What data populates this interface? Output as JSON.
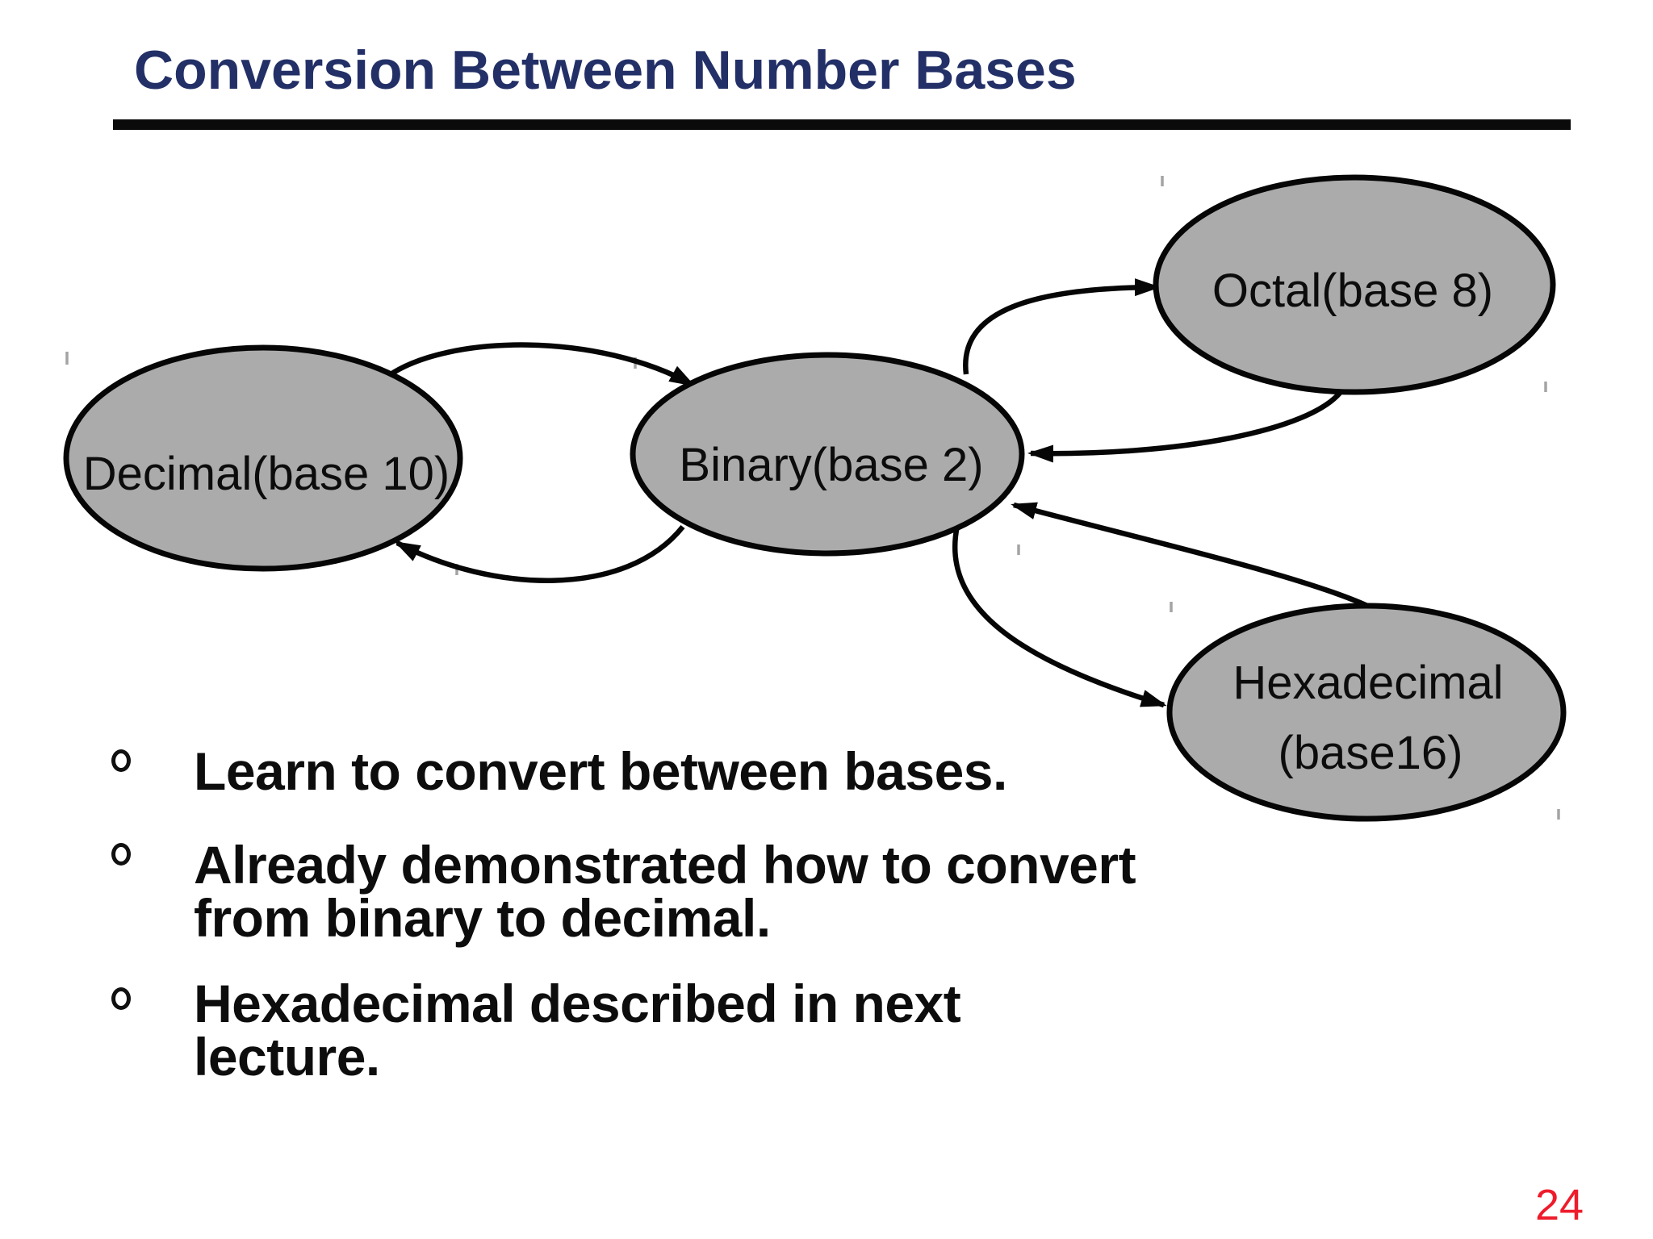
{
  "slide": {
    "title": "Conversion Between Number Bases",
    "page_number": "24"
  },
  "colors": {
    "title_navy": "#233067",
    "page_number_red": "#ee1c2b",
    "node_fill_gray": "#ababab",
    "diagram_stroke_black": "#060606"
  },
  "diagram": {
    "nodes": {
      "decimal": {
        "label": "Decimal(base 10)"
      },
      "binary": {
        "label": "Binary(base 2)"
      },
      "octal": {
        "label": "Octal(base 8)"
      },
      "hexadecimal": {
        "line1": "Hexadecimal",
        "line2": "(base16)"
      }
    },
    "arrows": [
      {
        "from": "decimal",
        "to": "binary"
      },
      {
        "from": "binary",
        "to": "decimal"
      },
      {
        "from": "binary",
        "to": "octal"
      },
      {
        "from": "octal",
        "to": "binary"
      },
      {
        "from": "binary",
        "to": "hexadecimal"
      },
      {
        "from": "hexadecimal",
        "to": "binary"
      }
    ]
  },
  "bullets": {
    "marker_icon": "degree-circle-marker",
    "items": [
      {
        "lines": [
          "Learn to convert between bases."
        ]
      },
      {
        "lines": [
          "Already demonstrated how to convert",
          "from binary to decimal."
        ]
      },
      {
        "lines": [
          "Hexadecimal described in next",
          "lecture."
        ]
      }
    ]
  }
}
